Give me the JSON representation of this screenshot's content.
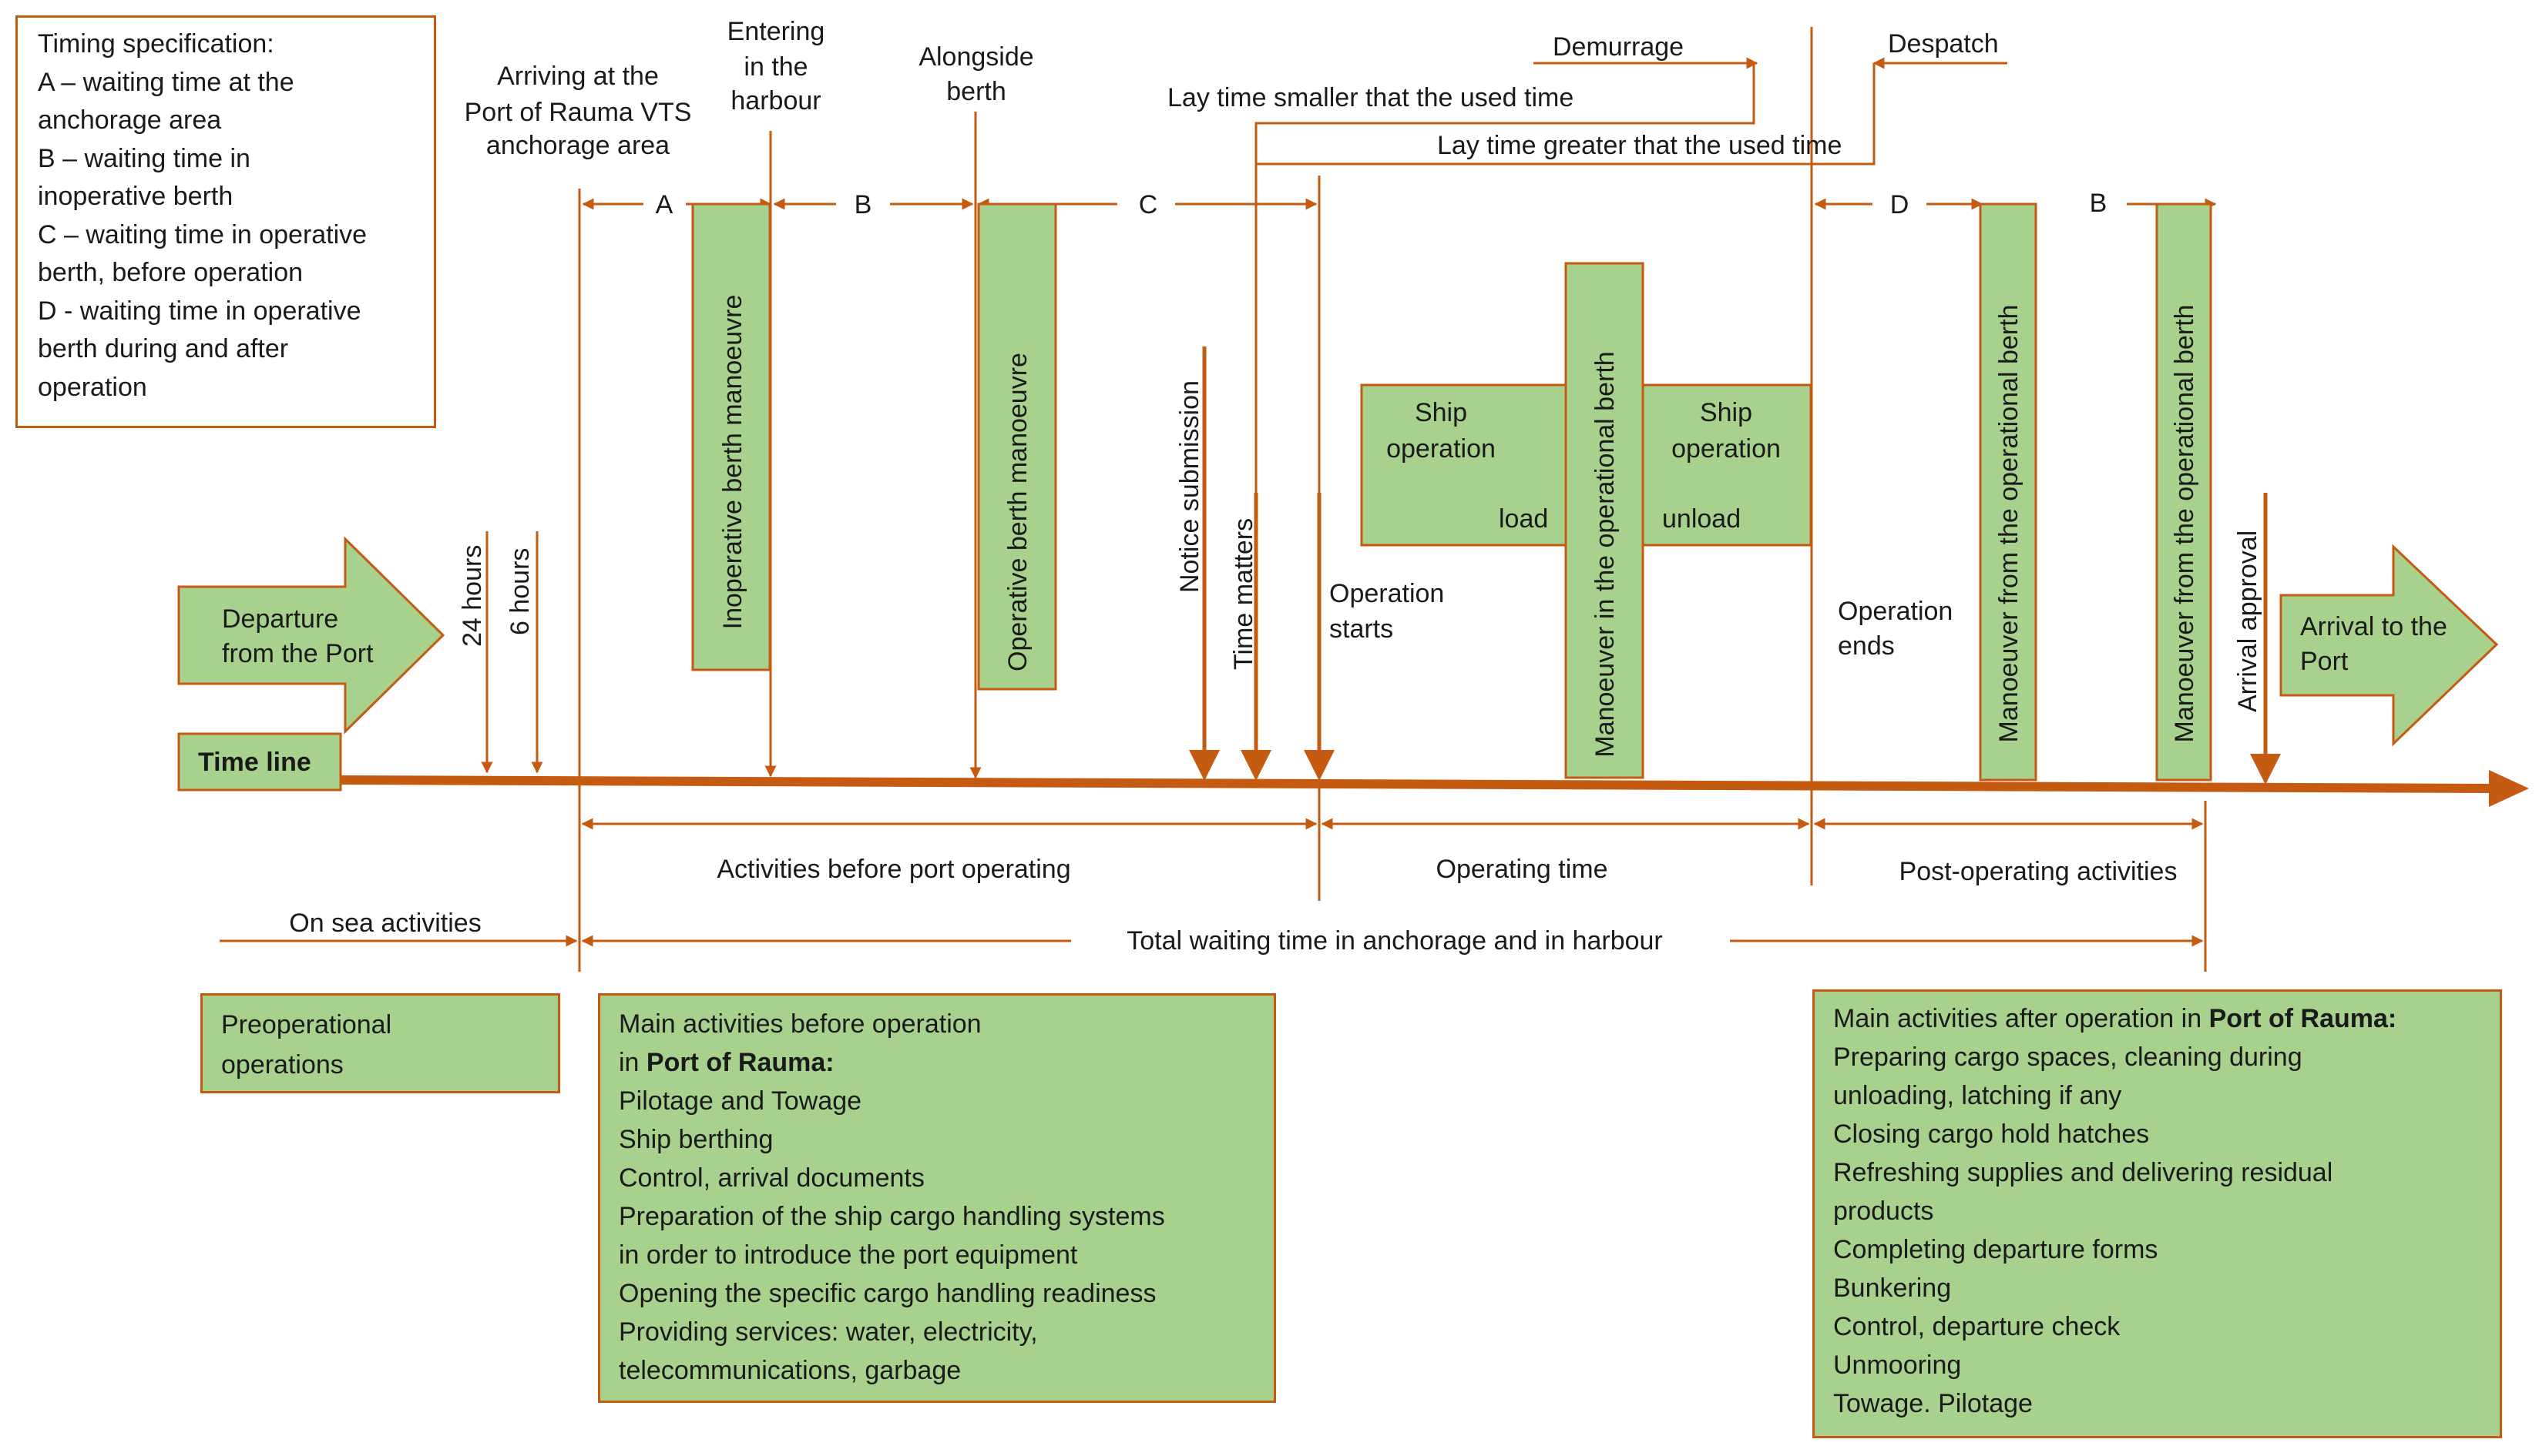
{
  "colors": {
    "accent": "#c55a11",
    "box_fill": "#a9d18e",
    "text": "#1a1a1a",
    "background": "#ffffff"
  },
  "timing_spec": {
    "title": "Timing specification:",
    "lines": [
      "A – waiting time at the",
      "anchorage area",
      "B – waiting time in",
      "inoperative berth",
      "C – waiting time in operative",
      "berth, before operation",
      "D - waiting time in operative",
      "berth during and after",
      "operation"
    ]
  },
  "labels": {
    "arriving": [
      "Arriving at the",
      "Port of Rauma VTS",
      "anchorage area"
    ],
    "entering": [
      "Entering",
      "in the",
      "harbour"
    ],
    "alongside": [
      "Alongside",
      "berth"
    ],
    "demurrage": "Demurrage",
    "despatch": "Despatch",
    "lay_smaller": "Lay time smaller that the used time",
    "lay_greater": "Lay time greater that the used time",
    "interval_a": "A",
    "interval_b": "B",
    "interval_c": "C",
    "interval_d": "D",
    "interval_b2": "B",
    "hours_24": "24 hours",
    "hours_6": "6 hours",
    "notice_submission": "Notice submission",
    "time_matters": "Time matters",
    "operation_starts": [
      "Operation",
      "starts"
    ],
    "operation_ends": [
      "Operation",
      "ends"
    ],
    "arrival_approval": "Arrival approval",
    "activities_before": "Activities before port operating",
    "operating_time": "Operating time",
    "post_operating": "Post-operating activities",
    "on_sea": "On sea activities",
    "total_waiting": "Total waiting time in anchorage and in harbour"
  },
  "bars": {
    "inoperative_manoeuvre": "Inoperative berth manoeuvre",
    "operative_manoeuvre": "Operative berth manoeuvre",
    "manoeuver_in": "Manoeuver in the operational berth",
    "manoeuver_from_1": "Manoeuver from the operational berth",
    "manoeuver_from_2": "Manoeuver from the operational berth"
  },
  "ship_op_load": {
    "lines": [
      "Ship",
      "operation"
    ],
    "tag": "load"
  },
  "ship_op_unload": {
    "lines": [
      "Ship",
      "operation"
    ],
    "tag": "unload"
  },
  "departure": [
    "Departure",
    "from the Port"
  ],
  "arrival": [
    "Arrival to the",
    "Port"
  ],
  "time_line": "Time line",
  "preoperational": [
    "Preoperational",
    "operations"
  ],
  "before_box": {
    "line1": "Main activities before operation",
    "line2_prefix": "in ",
    "line2_bold": "Port of Rauma:",
    "items": [
      "Pilotage and Towage",
      "Ship berthing",
      "Control, arrival documents",
      "Preparation of the ship cargo handling systems",
      "in order to introduce the port equipment",
      "Opening the specific cargo handling readiness",
      "Providing services: water, electricity,",
      "telecommunications, garbage"
    ]
  },
  "after_box": {
    "line1_prefix": "Main activities after operation in ",
    "line1_bold": "Port of Rauma:",
    "items": [
      "Preparing cargo spaces, cleaning during",
      "unloading, latching if any",
      "Closing cargo hold hatches",
      "Refreshing supplies and delivering residual",
      "products",
      "Completing departure forms",
      "Bunkering",
      "Control, departure check",
      "Unmooring",
      "Towage. Pilotage"
    ]
  }
}
